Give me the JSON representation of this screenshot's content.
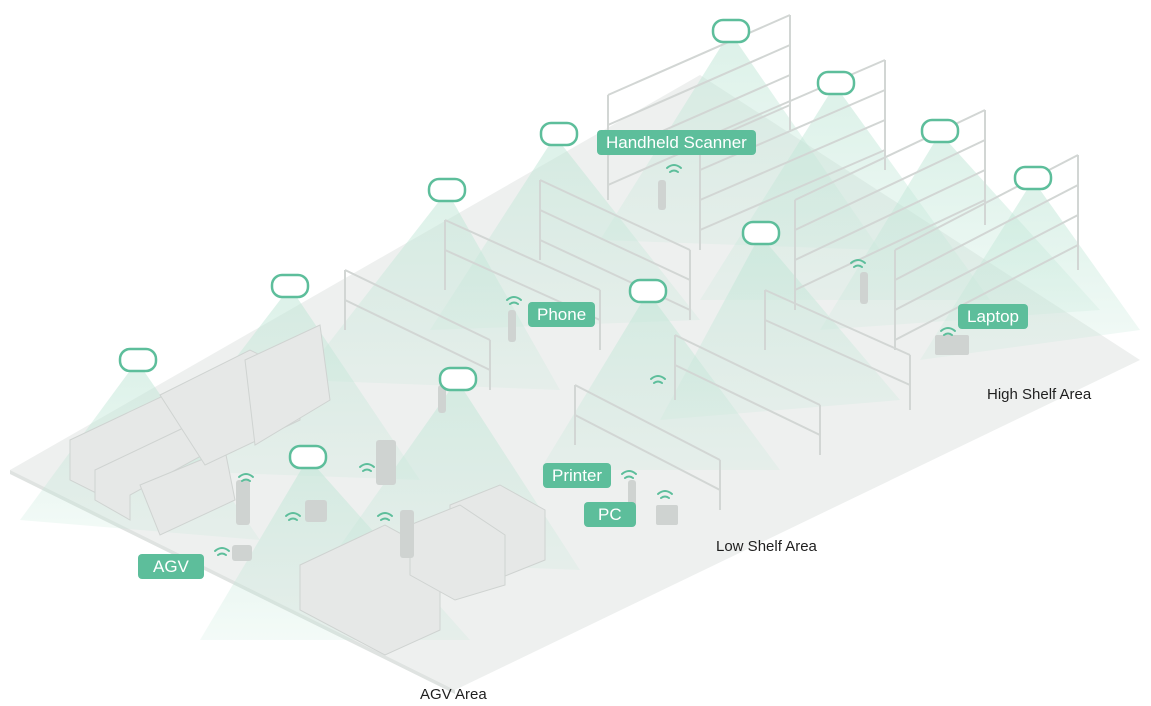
{
  "diagram": {
    "device_labels": {
      "handheld_scanner": "Handheld Scanner",
      "phone": "Phone",
      "laptop": "Laptop",
      "printer": "Printer",
      "pc": "PC",
      "agv": "AGV"
    },
    "area_labels": {
      "high_shelf": "High Shelf Area",
      "low_shelf": "Low Shelf Area",
      "agv": "AGV Area"
    },
    "colors": {
      "accent": "#5dbe9b",
      "coverage": "#bfe6d6",
      "floor": "#eef0ef",
      "shelf": "#d6d9d8",
      "area_text": "#1f1f1f"
    }
  }
}
